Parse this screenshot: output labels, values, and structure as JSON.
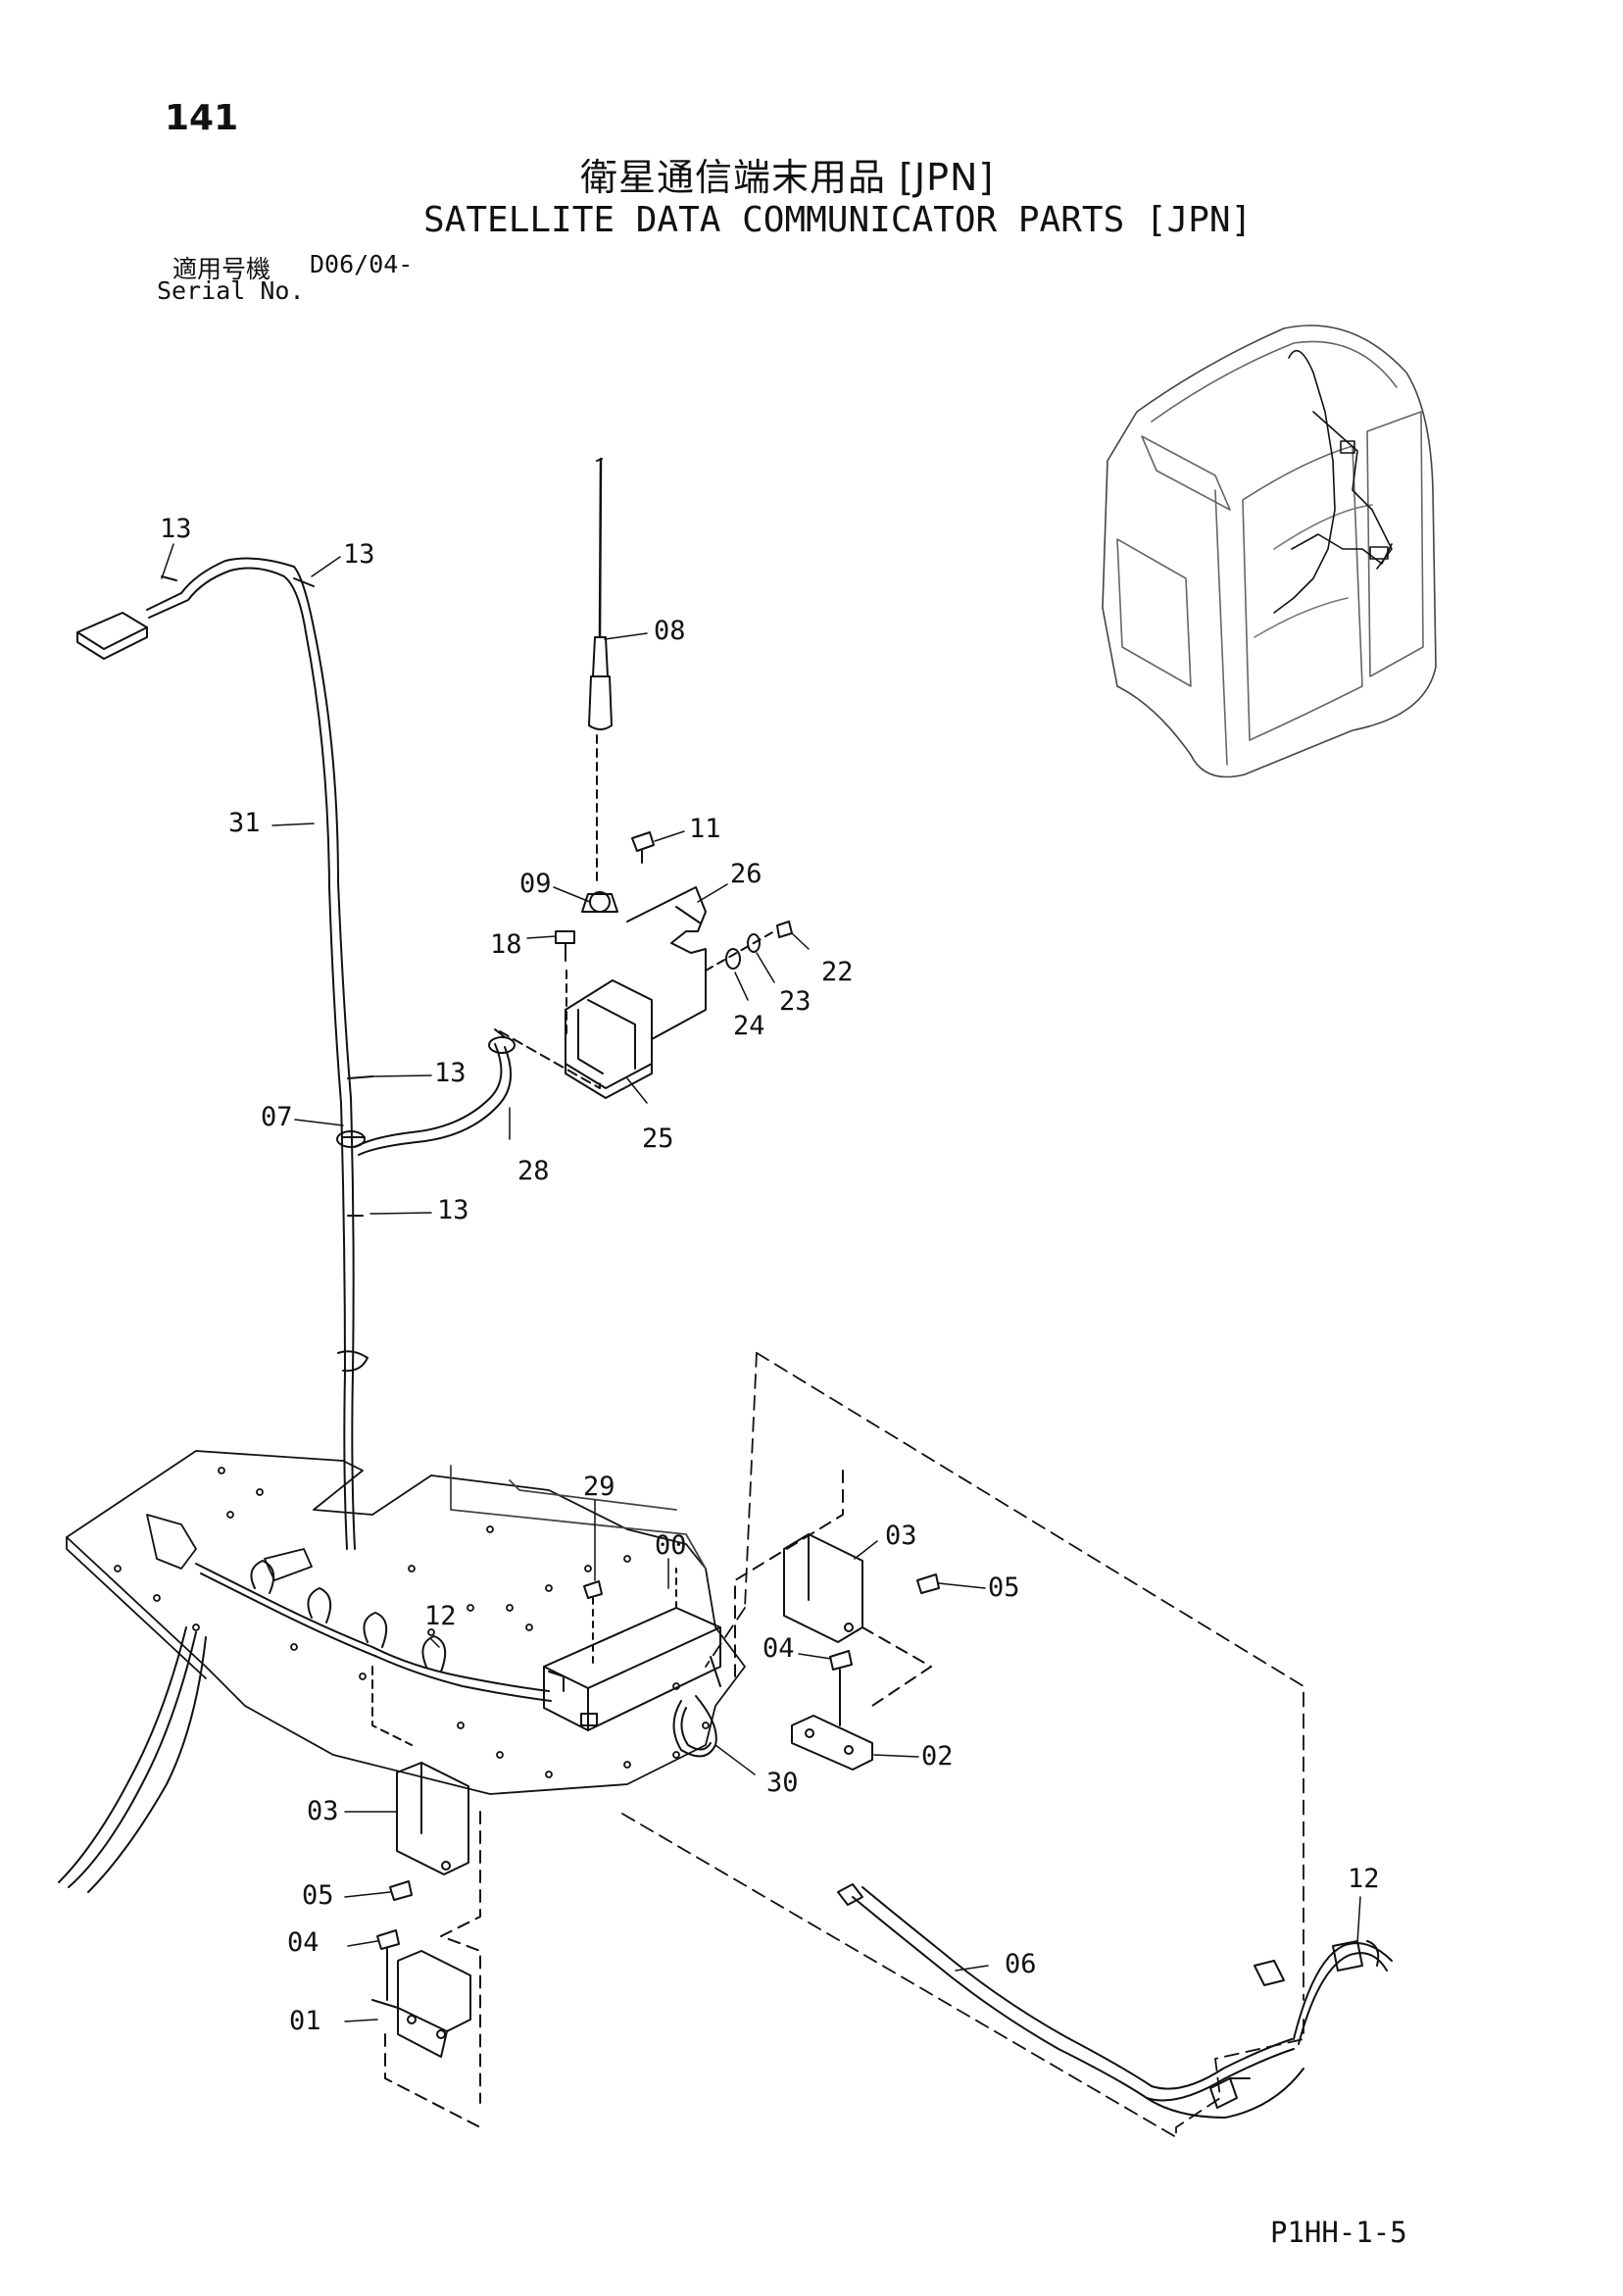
{
  "page_number": "141",
  "title_jp": "衛星通信端末用品 [JPN]",
  "title_en": "SATELLITE DATA COMMUNICATOR PARTS [JPN]",
  "serial": {
    "label_jp": "適用号機",
    "code": "D06/04-",
    "label_en": "Serial No."
  },
  "doc_code": "P1HH-1-5",
  "callouts": [
    {
      "id": "c13a",
      "label": "13"
    },
    {
      "id": "c13b",
      "label": "13"
    },
    {
      "id": "c08",
      "label": "08"
    },
    {
      "id": "c31",
      "label": "31"
    },
    {
      "id": "c11",
      "label": "11"
    },
    {
      "id": "c26",
      "label": "26"
    },
    {
      "id": "c09",
      "label": "09"
    },
    {
      "id": "c18",
      "label": "18"
    },
    {
      "id": "c22",
      "label": "22"
    },
    {
      "id": "c23",
      "label": "23"
    },
    {
      "id": "c24",
      "label": "24"
    },
    {
      "id": "c13c",
      "label": "13"
    },
    {
      "id": "c25",
      "label": "25"
    },
    {
      "id": "c07",
      "label": "07"
    },
    {
      "id": "c28",
      "label": "28"
    },
    {
      "id": "c13d",
      "label": "13"
    },
    {
      "id": "c29",
      "label": "29"
    },
    {
      "id": "c00",
      "label": "00"
    },
    {
      "id": "c03a",
      "label": "03"
    },
    {
      "id": "c05a",
      "label": "05"
    },
    {
      "id": "c12a",
      "label": "12"
    },
    {
      "id": "c04a",
      "label": "04"
    },
    {
      "id": "c02",
      "label": "02"
    },
    {
      "id": "c30",
      "label": "30"
    },
    {
      "id": "c03b",
      "label": "03"
    },
    {
      "id": "c05b",
      "label": "05"
    },
    {
      "id": "c04b",
      "label": "04"
    },
    {
      "id": "c12b",
      "label": "12"
    },
    {
      "id": "c06",
      "label": "06"
    },
    {
      "id": "c01",
      "label": "01"
    }
  ]
}
